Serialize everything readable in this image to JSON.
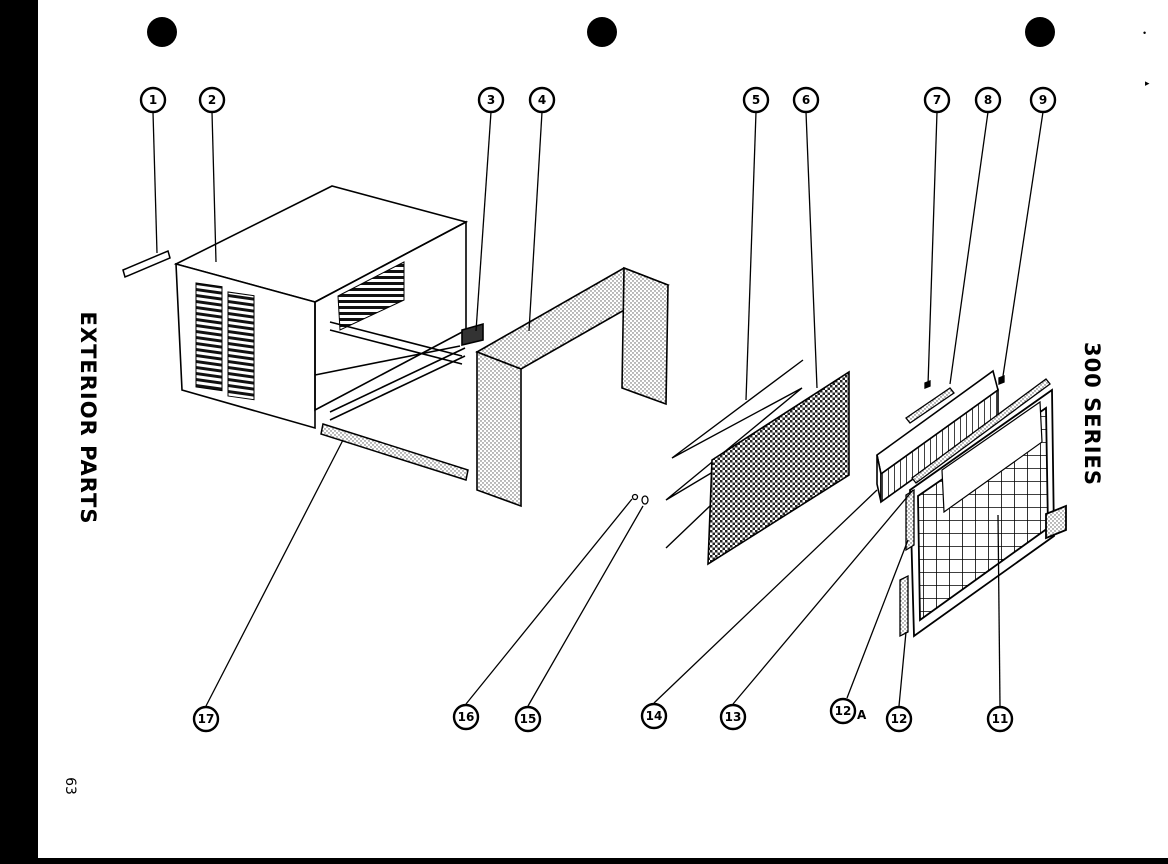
{
  "page": {
    "left_title": "EXTERIOR PARTS",
    "right_title": "300  SERIES",
    "page_number": "63"
  },
  "callouts": [
    {
      "id": "c1",
      "label": "1"
    },
    {
      "id": "c2",
      "label": "2"
    },
    {
      "id": "c3",
      "label": "3"
    },
    {
      "id": "c4",
      "label": "4"
    },
    {
      "id": "c5",
      "label": "5"
    },
    {
      "id": "c6",
      "label": "6"
    },
    {
      "id": "c7",
      "label": "7"
    },
    {
      "id": "c8",
      "label": "8"
    },
    {
      "id": "c9",
      "label": "9"
    },
    {
      "id": "c11",
      "label": "11"
    },
    {
      "id": "c12",
      "label": "12"
    },
    {
      "id": "c12a",
      "label": "12",
      "suffix": "A"
    },
    {
      "id": "c13",
      "label": "13"
    },
    {
      "id": "c14",
      "label": "14"
    },
    {
      "id": "c15",
      "label": "15"
    },
    {
      "id": "c16",
      "label": "16"
    },
    {
      "id": "c17",
      "label": "17"
    }
  ]
}
